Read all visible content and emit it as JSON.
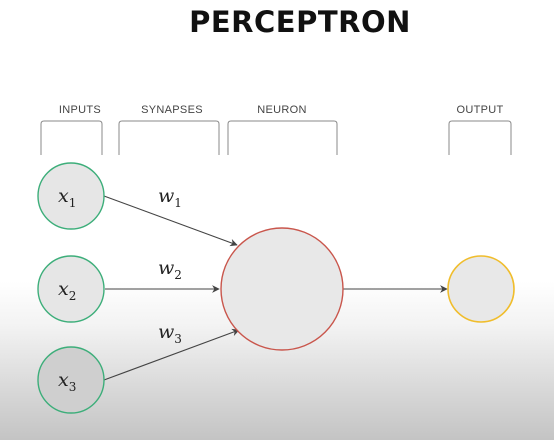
{
  "title": "PERCEPTRON",
  "sections": {
    "inputs": "INPUTS",
    "synapses": "SYNAPSES",
    "neuron": "NEURON",
    "output": "OUTPUT"
  },
  "inputs": [
    {
      "symbol": "x",
      "subscript": "1"
    },
    {
      "symbol": "x",
      "subscript": "2"
    },
    {
      "symbol": "x",
      "subscript": "3"
    }
  ],
  "weights": [
    {
      "symbol": "w",
      "subscript": "1"
    },
    {
      "symbol": "w",
      "subscript": "2"
    },
    {
      "symbol": "w",
      "subscript": "3"
    }
  ],
  "colors": {
    "input_stroke": "#3dae7a",
    "input_fill": "#e6e6e6",
    "input3_fill": "#cfcfcf",
    "neuron_stroke": "#c9564c",
    "neuron_fill": "#e8e8e8",
    "output_stroke": "#f0bd2c",
    "output_fill": "#e8e8e8",
    "arrow": "#444444",
    "bracket": "#8a8a8a"
  }
}
